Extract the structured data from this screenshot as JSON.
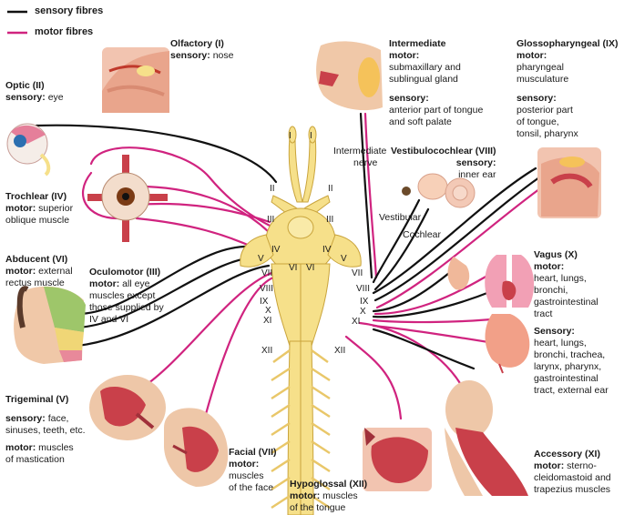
{
  "legend": {
    "sensory": "sensory fibres",
    "motor": "motor fibres"
  },
  "colors": {
    "sensory": "#111111",
    "motor": "#d0237f",
    "brainstem": "#f6e08a",
    "brainstem_stroke": "#c9a43c",
    "skin": "#e8b49a",
    "muscle": "#c9404a"
  },
  "roman": {
    "I": "I",
    "II": "II",
    "III": "III",
    "IV": "IV",
    "V": "V",
    "VI": "VI",
    "VII": "VII",
    "VIII": "VIII",
    "IX": "IX",
    "X": "X",
    "XI": "XI",
    "XII": "XII"
  },
  "nerves": {
    "olfactory": {
      "title": "Olfactory (I)",
      "l1k": "sensory:",
      "l1v": " nose"
    },
    "optic": {
      "title": "Optic (II)",
      "l1k": "sensory:",
      "l1v": " eye"
    },
    "trochlear": {
      "title": "Trochlear (IV)",
      "l1k": "motor:",
      "l1v": " superior",
      "l2": "oblique muscle"
    },
    "abducent": {
      "title": "Abducent (VI)",
      "l1k": "motor:",
      "l1v": " external",
      "l2": "rectus muscle"
    },
    "oculomotor": {
      "title": "Oculomotor (III)",
      "l1k": "motor:",
      "l1v": " all eye",
      "l2": "muscles except",
      "l3": "those supplied by",
      "l4": "IV and VI"
    },
    "trigeminal": {
      "title": "Trigeminal (V)",
      "s1k": "sensory:",
      "s1v": " face,",
      "s2": "sinuses, teeth, etc.",
      "m1k": "motor:",
      "m1v": " muscles",
      "m2": "of mastication"
    },
    "facial": {
      "title": "Facial (VII)",
      "l1k": "motor:",
      "l2": "muscles",
      "l3": "of the face"
    },
    "hypoglossal": {
      "title": "Hypoglossal (XII)",
      "l1k": "motor:",
      "l1v": " muscles",
      "l2": "of the tongue"
    },
    "accessory": {
      "title": "Accessory (XI)",
      "l1k": "motor:",
      "l1v": " sterno-",
      "l2": "cleidomastoid and",
      "l3": "trapezius muscles"
    },
    "intermediate": {
      "title": "Intermediate",
      "mk": "motor:",
      "m1": "submaxillary and",
      "m2": "sublingual gland",
      "sk": "sensory:",
      "s1": "anterior part of tongue",
      "s2": "and soft palate"
    },
    "glossopharyngeal": {
      "title": "Glossopharyngeal (IX)",
      "mk": "motor:",
      "m1": "pharyngeal",
      "m2": "musculature",
      "sk": "sensory:",
      "s1": "posterior part",
      "s2": "of tongue,",
      "s3": "tonsil, pharynx"
    },
    "vestibulocochlear": {
      "title": "Vestibulocochlear (VIII)",
      "sk": "sensory:",
      "sv": " inner ear"
    },
    "vagus": {
      "title": "Vagus (X)",
      "mk": "motor:",
      "m1": "heart, lungs,",
      "m2": "bronchi,",
      "m3": "gastrointestinal",
      "m4": "tract",
      "sk": "Sensory:",
      "s1": "heart, lungs,",
      "s2": "bronchi, trachea,",
      "s3": "larynx, pharynx,",
      "s4": "gastrointestinal",
      "s5": "tract, external ear"
    }
  },
  "small_labels": {
    "intermediate_nerve_1": "Intermediate",
    "intermediate_nerve_2": "nerve",
    "vestibular": "Vestibular",
    "cochlear": "Cochlear"
  }
}
